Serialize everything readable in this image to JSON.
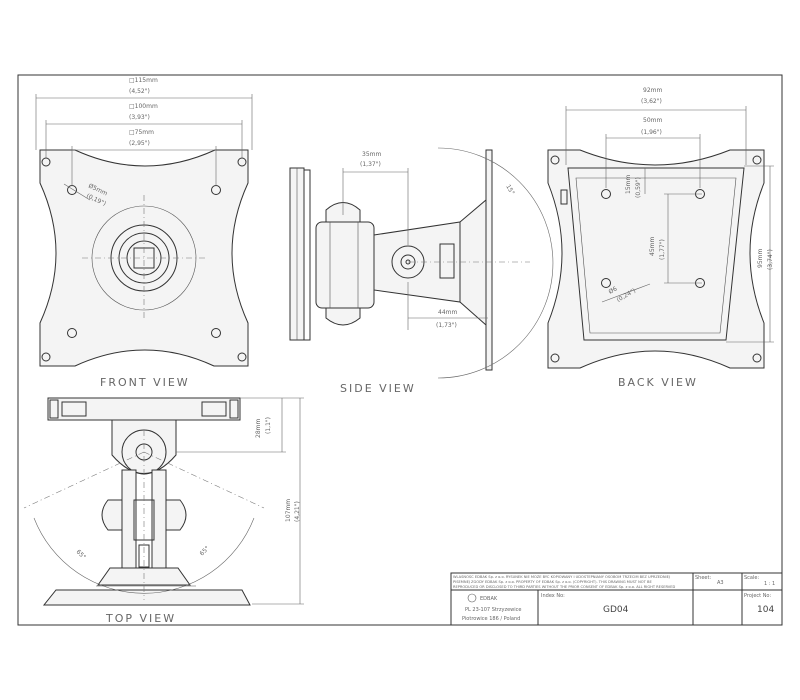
{
  "views": {
    "front": "FRONT VIEW",
    "side": "SIDE VIEW",
    "back": "BACK VIEW",
    "top": "TOP VIEW"
  },
  "dims": {
    "front_115": "□115mm",
    "front_115_in": "(4,52\")",
    "front_100": "□100mm",
    "front_100_in": "(3,93\")",
    "front_75": "□75mm",
    "front_75_in": "(2,95\")",
    "front_hole": "Ø5mm",
    "front_hole_in": "(0,19\")",
    "side_35": "35mm",
    "side_35_in": "(1,37\")",
    "side_44": "44mm",
    "side_44_in": "(1,73\")",
    "side_angle": "15°",
    "back_92": "92mm",
    "back_92_in": "(3,62\")",
    "back_50": "50mm",
    "back_50_in": "(1,96\")",
    "back_15": "15mm",
    "back_15_in": "(0,59\")",
    "back_45": "45mm",
    "back_45_in": "(1,77\")",
    "back_95": "95mm",
    "back_95_in": "(3,74\")",
    "back_hole": "Ø6",
    "back_hole_in": "(0,24\")",
    "top_28": "28mm",
    "top_28_in": "(1,1\")",
    "top_107": "107mm",
    "top_107_in": "(4,21\")",
    "top_angle_left": "65°",
    "top_angle_right": "65°"
  },
  "title_block": {
    "legal_1": "WLASNOSC EDBAK Sp. z o.o. RYSUNEK NIE MOZE BYC KOPIOWANY I UDOSTEPNIANY OSOBOM TRZECIM BEZ UPRZEDNIEJ",
    "legal_2": "PISEMNEJ ZGODY EDBAK Sp. z o.o. PROPERTY OF EDBAK Sp. z o.o. (COPYRIGHT). THIS DRAWING MUST NOT BE",
    "legal_3": "REPRODUCED OR DISCLOSED TO THIRD PARTIES WITHOUT THE PRIOR CONSENT OF EDBAK Sp. z o.o. ALL RIGHT RESERVED",
    "logo_text": "EDBAK",
    "address_1": "PL 23-107 Strzyzewice",
    "address_2": "Piotrowice 186 / Poland",
    "index_label": "Index No:",
    "index_value": "GD04",
    "sheet_label": "Sheet:",
    "sheet_value": "A3",
    "scale_label": "Scale:",
    "scale_value": "1 : 1",
    "project_label": "Project No:",
    "project_value": "104"
  }
}
